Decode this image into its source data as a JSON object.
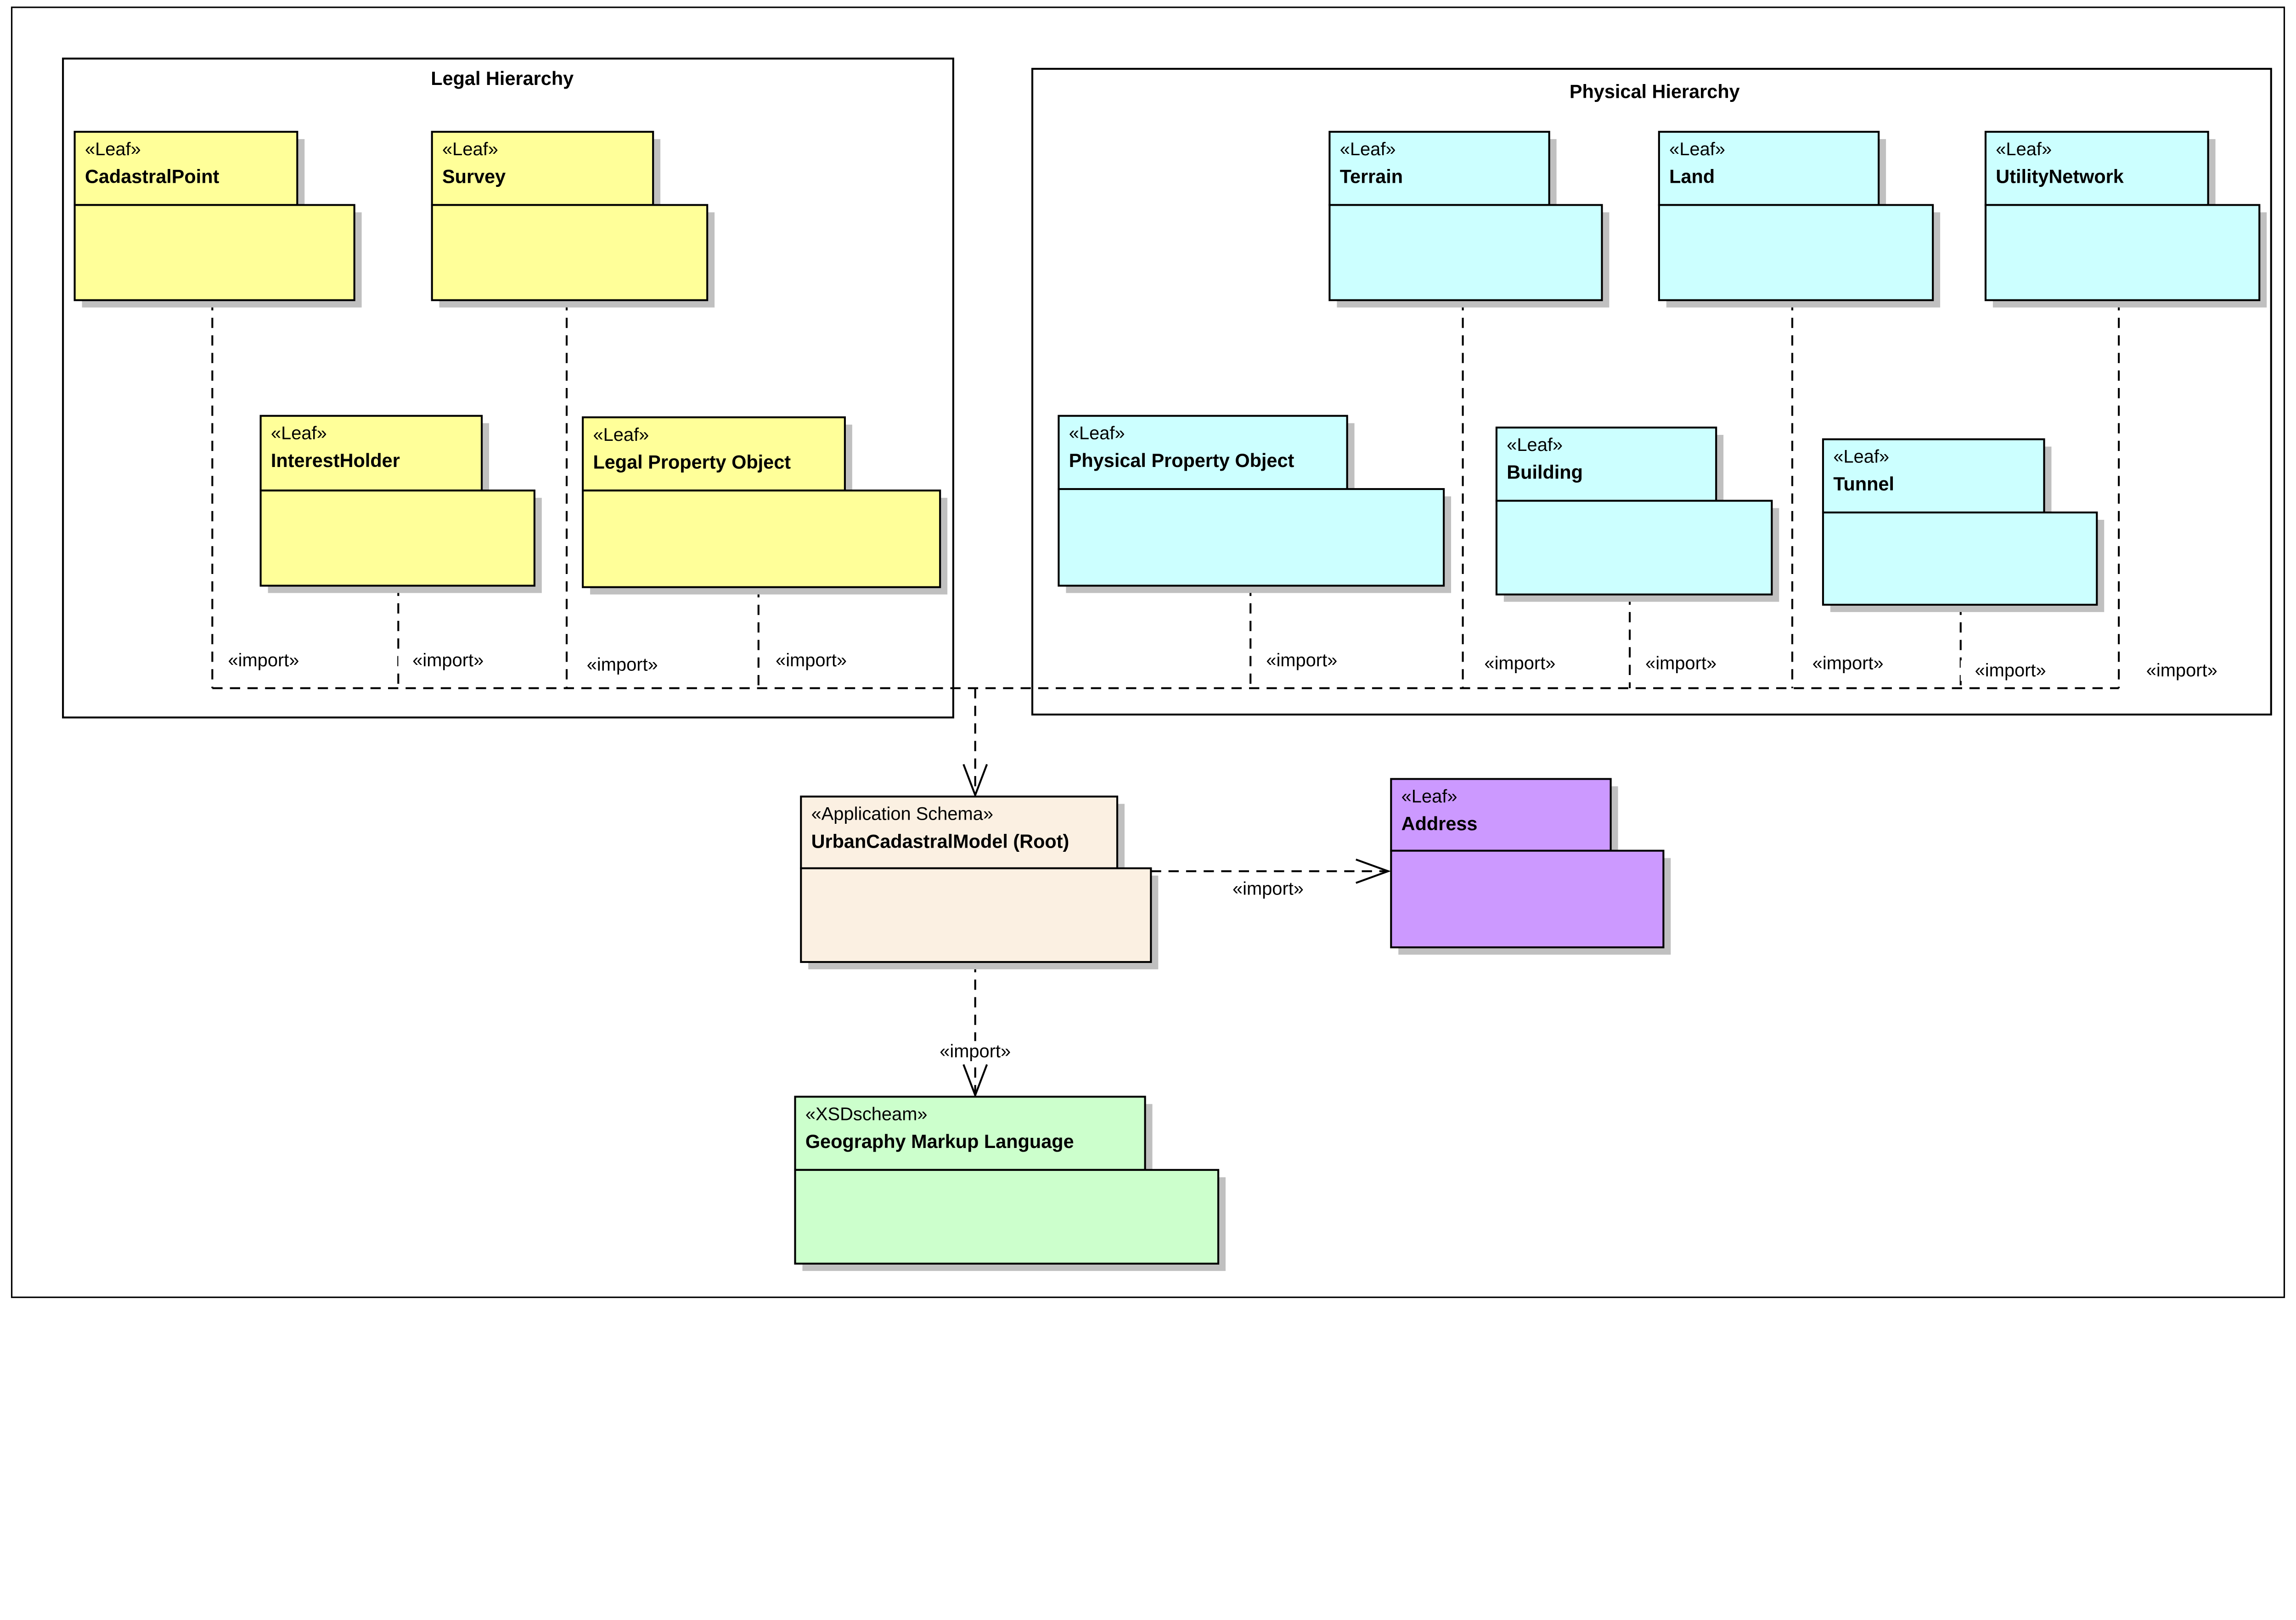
{
  "frames": {
    "legal": "Legal Hierarchy",
    "physical": "Physical Hierarchy"
  },
  "colors": {
    "legal": "#ffff99",
    "physical": "#ccffff",
    "root": "#fbf0e2",
    "address": "#cc99ff",
    "gml": "#ccffcc"
  },
  "packages": {
    "cadastral_point": {
      "stereotype": "«Leaf»",
      "name": "CadastralPoint"
    },
    "survey": {
      "stereotype": "«Leaf»",
      "name": "Survey"
    },
    "interest_holder": {
      "stereotype": "«Leaf»",
      "name": "InterestHolder"
    },
    "legal_property_object": {
      "stereotype": "«Leaf»",
      "name": "Legal Property Object"
    },
    "terrain": {
      "stereotype": "«Leaf»",
      "name": "Terrain"
    },
    "land": {
      "stereotype": "«Leaf»",
      "name": "Land"
    },
    "utility_network": {
      "stereotype": "«Leaf»",
      "name": "UtilityNetwork"
    },
    "physical_property_object": {
      "stereotype": "«Leaf»",
      "name": "Physical Property Object"
    },
    "building": {
      "stereotype": "«Leaf»",
      "name": "Building"
    },
    "tunnel": {
      "stereotype": "«Leaf»",
      "name": "Tunnel"
    },
    "root": {
      "stereotype": "«Application Schema»",
      "name": "UrbanCadastralModel (Root)"
    },
    "address": {
      "stereotype": "«Leaf»",
      "name": "Address"
    },
    "gml": {
      "stereotype": "«XSDscheam»",
      "name": "Geography Markup Language"
    }
  },
  "import_label": "«import»"
}
